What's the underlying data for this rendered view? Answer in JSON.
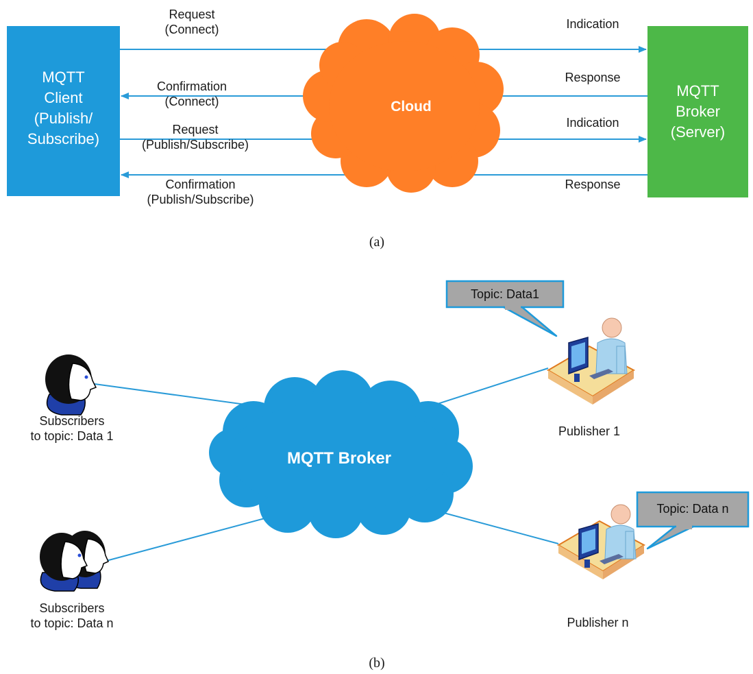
{
  "panel_a": {
    "client_box": {
      "line1": "MQTT",
      "line2": "Client",
      "line3": "(Publish/",
      "line4": "Subscribe)",
      "color": "#1E9ADA"
    },
    "broker_box": {
      "line1": "MQTT",
      "line2": "Broker",
      "line3": "(Server)",
      "color": "#4DB848"
    },
    "cloud": {
      "label": "Cloud",
      "color": "#FF7F27"
    },
    "arrow_color": "#2A9BD8",
    "messages": [
      {
        "left_line1": "Request",
        "left_line2": "(Connect)",
        "right": "Indication"
      },
      {
        "left_line1": "Confirmation",
        "left_line2": "(Connect)",
        "right": "Response"
      },
      {
        "left_line1": "Request",
        "left_line2": "(Publish/Subscribe)",
        "right": "Indication"
      },
      {
        "left_line1": "Confirmation",
        "left_line2": "(Publish/Subscribe)",
        "right": "Response"
      }
    ],
    "caption": "(a)"
  },
  "panel_b": {
    "broker_cloud": {
      "label": "MQTT Broker",
      "color": "#1E9ADA"
    },
    "subscribers": [
      {
        "line1": "Subscribers",
        "line2": "to topic: Data 1"
      },
      {
        "line1": "Subscribers",
        "line2": "to topic: Data n"
      }
    ],
    "publishers": [
      {
        "label": "Publisher 1",
        "topic": "Topic: Data1"
      },
      {
        "label": "Publisher n",
        "topic": "Topic: Data n"
      }
    ],
    "callout_color": "#A6A6A6",
    "caption": "(b)"
  }
}
